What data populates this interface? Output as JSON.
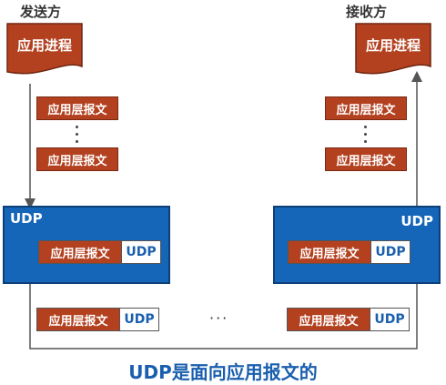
{
  "sender": {
    "title": "发送方",
    "process": "应用进程"
  },
  "receiver": {
    "title": "接收方",
    "process": "应用进程"
  },
  "message_label": "应用层报文",
  "udp_label": "UDP",
  "udp_tag": "UDP",
  "ellipsis": "···",
  "caption": "UDP是面向应用报文的",
  "colors": {
    "message": "#b3411f",
    "udp_box": "#1566b8",
    "text_blue": "#1a5fae"
  }
}
